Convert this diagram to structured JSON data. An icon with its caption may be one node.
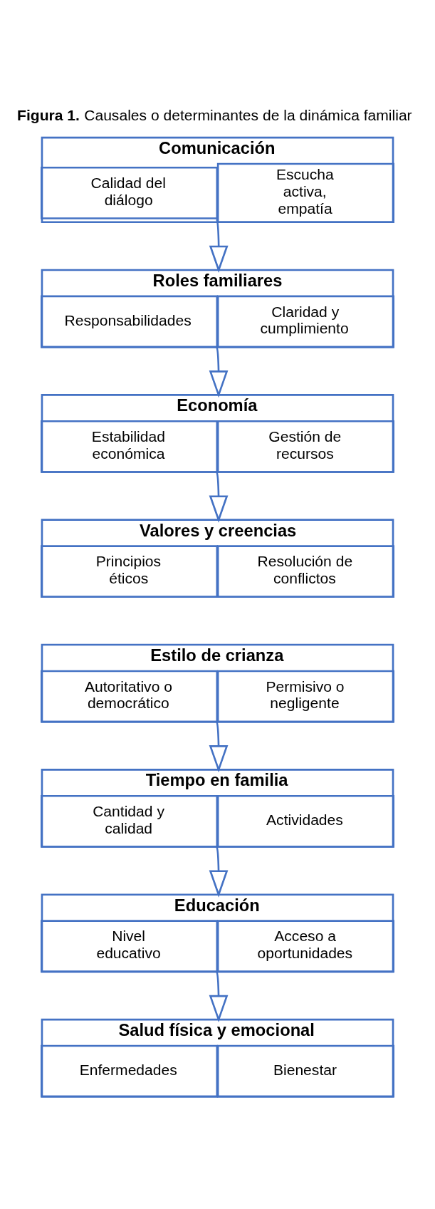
{
  "diagram": {
    "title": "**Figura 1.** Causales o determinantes de la dinámica familiar",
    "nodes": [
      {
        "text": [
          "Comunicación"
        ]
      },
      {
        "text": [
          "Calidad del diálogo"
        ],
        "in": 0
      },
      {
        "text": [
          "Escucha activa, empatía"
        ],
        "in": 0
      },
      {
        "text": [
          "Roles familiares"
        ]
      },
      {
        "text": [
          "Responsabilidades"
        ],
        "in": 3
      },
      {
        "text": [
          "Claridad y cumplimiento"
        ],
        "in": 3
      },
      {
        "text": [
          "Economía"
        ]
      },
      {
        "text": [
          "Estabilidad económica"
        ],
        "in": 6
      },
      {
        "text": [
          "Gestión de recursos"
        ],
        "in": 6
      },
      {
        "text": [
          "Valores y creencias"
        ]
      },
      {
        "text": [
          "Principios éticos"
        ],
        "in": 9
      },
      {
        "text": [
          "Resolución de conflictos"
        ],
        "in": 9
      },
      {
        "text": [
          "Estilo de crianza"
        ]
      },
      {
        "text": [
          "Autoritativo o democrático"
        ],
        "in": 12
      },
      {
        "text": [
          "Permisivo o negligente"
        ],
        "in": 12
      },
      {
        "text": [
          "Tiempo en familia"
        ]
      },
      {
        "text": [
          "Cantidad y calidad"
        ],
        "in": 15
      },
      {
        "text": [
          "Actividades"
        ],
        "in": 15
      },
      {
        "text": [
          "Educación"
        ]
      },
      {
        "text": [
          "Nivel educativo"
        ],
        "in": 18
      },
      {
        "text": [
          "Acceso a oportunidades"
        ],
        "in": 18
      },
      {
        "text": [
          "Salud física y emocional"
        ]
      },
      {
        "text": [
          "Enfermedades"
        ],
        "in": 21
      },
      {
        "text": [
          "Bienestar"
        ],
        "in": 21
      }
    ],
    "edges": [
      {
        "from": 0,
        "to": 3,
        "arrow": "to"
      },
      {
        "from": 3,
        "to": 6,
        "arrow": "to"
      },
      {
        "from": 6,
        "to": 9,
        "arrow": "to"
      },
      {
        "from": 12,
        "to": 15,
        "arrow": "to"
      },
      {
        "from": 15,
        "to": 18,
        "arrow": "to"
      },
      {
        "from": 18,
        "to": 21,
        "arrow": "to"
      }
    ]
  }
}
